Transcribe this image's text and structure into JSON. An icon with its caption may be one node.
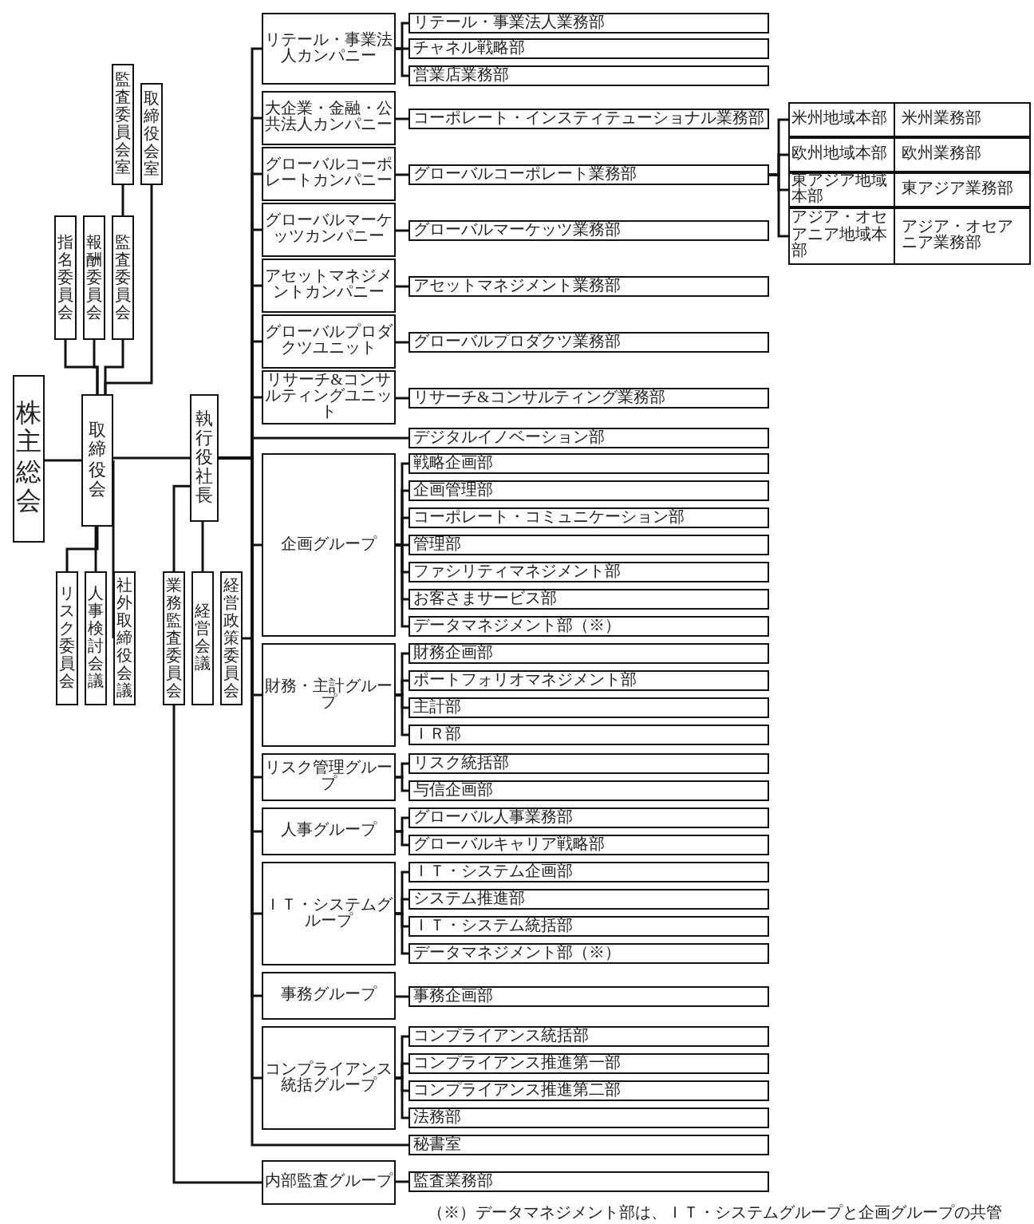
{
  "diagram": {
    "nodes": [
      {
        "text": [
          "株主総会"
        ]
      },
      {
        "text": [
          "監査委員会室"
        ]
      },
      {
        "text": [
          "取締役会室"
        ]
      },
      {
        "text": [
          "指名委員会"
        ]
      },
      {
        "text": [
          "報酬委員会"
        ]
      },
      {
        "text": [
          "監査委員会"
        ]
      },
      {
        "text": [
          "取締役会"
        ]
      },
      {
        "text": [
          "リスク委員会"
        ]
      },
      {
        "text": [
          "人事検討会議"
        ]
      },
      {
        "text": [
          "社外取締役会議"
        ]
      },
      {
        "text": [
          "執行役社長"
        ]
      },
      {
        "text": [
          "業務監査委員会"
        ]
      },
      {
        "text": [
          "経営会議"
        ]
      },
      {
        "text": [
          "経営政策委員会"
        ]
      },
      {
        "text": [
          "リテール・事業法人カンパニー"
        ]
      },
      {
        "text": [
          "リテール・事業法人業務部"
        ]
      },
      {
        "text": [
          "チャネル戦略部"
        ]
      },
      {
        "text": [
          "営業店業務部"
        ]
      },
      {
        "text": [
          "大企業・金融・公共法人カンパニー"
        ]
      },
      {
        "text": [
          "コーポレート・インスティテューショナル業務部"
        ]
      },
      {
        "text": [
          "グローバルコーポレートカンパニー"
        ]
      },
      {
        "text": [
          "グローバルコーポレート業務部"
        ]
      },
      {
        "text": [
          "米州地域本部",
          "米州業務部"
        ]
      },
      {
        "text": [
          "欧州地域本部",
          "欧州業務部"
        ]
      },
      {
        "text": [
          "東アジア地域本部",
          "東アジア業務部"
        ]
      },
      {
        "text": [
          "アジア・オセアニア地域本部",
          "アジア・オセアニア業務部"
        ]
      },
      {
        "text": [
          "グローバルマーケッツカンパニー"
        ]
      },
      {
        "text": [
          "グローバルマーケッツ業務部"
        ]
      },
      {
        "text": [
          "アセットマネジメントカンパニー"
        ]
      },
      {
        "text": [
          "アセットマネジメント業務部"
        ]
      },
      {
        "text": [
          "グローバルプロダクツユニット"
        ]
      },
      {
        "text": [
          "グローバルプロダクツ業務部"
        ]
      },
      {
        "text": [
          "リサーチ&コンサルティングユニット"
        ]
      },
      {
        "text": [
          "リサーチ&コンサルティング業務部"
        ]
      },
      {
        "text": [
          "デジタルイノベーション部"
        ]
      },
      {
        "text": [
          "企画グループ"
        ]
      },
      {
        "text": [
          "戦略企画部"
        ]
      },
      {
        "text": [
          "企画管理部"
        ]
      },
      {
        "text": [
          "コーポレート・コミュニケーション部"
        ]
      },
      {
        "text": [
          "管理部"
        ]
      },
      {
        "text": [
          "ファシリティマネジメント部"
        ]
      },
      {
        "text": [
          "お客さまサービス部"
        ]
      },
      {
        "text": [
          "データマネジメント部（※）"
        ]
      },
      {
        "text": [
          "財務・主計グループ"
        ]
      },
      {
        "text": [
          "財務企画部"
        ]
      },
      {
        "text": [
          "ポートフォリオマネジメント部"
        ]
      },
      {
        "text": [
          "主計部"
        ]
      },
      {
        "text": [
          "ＩＲ部"
        ]
      },
      {
        "text": [
          "リスク管理グループ"
        ]
      },
      {
        "text": [
          "リスク統括部"
        ]
      },
      {
        "text": [
          "与信企画部"
        ]
      },
      {
        "text": [
          "人事グループ"
        ]
      },
      {
        "text": [
          "グローバル人事業務部"
        ]
      },
      {
        "text": [
          "グローバルキャリア戦略部"
        ]
      },
      {
        "text": [
          "ＩＴ・システムグループ"
        ]
      },
      {
        "text": [
          "ＩＴ・システム企画部"
        ]
      },
      {
        "text": [
          "システム推進部"
        ]
      },
      {
        "text": [
          "ＩＴ・システム統括部"
        ]
      },
      {
        "text": [
          "データマネジメント部（※）"
        ]
      },
      {
        "text": [
          "事務グループ"
        ]
      },
      {
        "text": [
          "事務企画部"
        ]
      },
      {
        "text": [
          "コンプライアンス統括グループ"
        ]
      },
      {
        "text": [
          "コンプライアンス統括部"
        ]
      },
      {
        "text": [
          "コンプライアンス推進第一部"
        ]
      },
      {
        "text": [
          "コンプライアンス推進第二部"
        ]
      },
      {
        "text": [
          "法務部"
        ]
      },
      {
        "text": [
          "秘書室"
        ]
      },
      {
        "text": [
          "内部監査グループ"
        ]
      },
      {
        "text": [
          "監査業務部"
        ]
      }
    ],
    "edges": [
      {
        "from": 0,
        "to": 6,
        "arrow": "none"
      },
      {
        "from": 6,
        "to": 3,
        "arrow": "none"
      },
      {
        "from": 6,
        "to": 4,
        "arrow": "none"
      },
      {
        "from": 6,
        "to": 5,
        "arrow": "none"
      },
      {
        "from": 5,
        "to": 1,
        "arrow": "none"
      },
      {
        "from": 6,
        "to": 2,
        "arrow": "none"
      },
      {
        "from": 6,
        "to": 7,
        "arrow": "none"
      },
      {
        "from": 6,
        "to": 8,
        "arrow": "none"
      },
      {
        "from": 6,
        "to": 9,
        "arrow": "none"
      },
      {
        "from": 6,
        "to": 10,
        "arrow": "none"
      },
      {
        "from": 10,
        "to": 11,
        "arrow": "none"
      },
      {
        "from": 10,
        "to": 12,
        "arrow": "none"
      },
      {
        "from": 10,
        "to": 13,
        "arrow": "none"
      },
      {
        "from": 10,
        "to": 14,
        "arrow": "none"
      },
      {
        "from": 10,
        "to": 18,
        "arrow": "none"
      },
      {
        "from": 10,
        "to": 20,
        "arrow": "none"
      },
      {
        "from": 10,
        "to": 26,
        "arrow": "none"
      },
      {
        "from": 10,
        "to": 28,
        "arrow": "none"
      },
      {
        "from": 10,
        "to": 30,
        "arrow": "none"
      },
      {
        "from": 10,
        "to": 32,
        "arrow": "none"
      },
      {
        "from": 10,
        "to": 34,
        "arrow": "none"
      },
      {
        "from": 10,
        "to": 35,
        "arrow": "none"
      },
      {
        "from": 10,
        "to": 43,
        "arrow": "none"
      },
      {
        "from": 10,
        "to": 48,
        "arrow": "none"
      },
      {
        "from": 10,
        "to": 51,
        "arrow": "none"
      },
      {
        "from": 10,
        "to": 54,
        "arrow": "none"
      },
      {
        "from": 10,
        "to": 59,
        "arrow": "none"
      },
      {
        "from": 10,
        "to": 61,
        "arrow": "none"
      },
      {
        "from": 10,
        "to": 66,
        "arrow": "none"
      },
      {
        "from": 14,
        "to": 15,
        "arrow": "none"
      },
      {
        "from": 14,
        "to": 16,
        "arrow": "none"
      },
      {
        "from": 14,
        "to": 17,
        "arrow": "none"
      },
      {
        "from": 18,
        "to": 19,
        "arrow": "none"
      },
      {
        "from": 20,
        "to": 21,
        "arrow": "none"
      },
      {
        "from": 21,
        "to": 22,
        "arrow": "none"
      },
      {
        "from": 21,
        "to": 23,
        "arrow": "none"
      },
      {
        "from": 21,
        "to": 24,
        "arrow": "none"
      },
      {
        "from": 21,
        "to": 25,
        "arrow": "none"
      },
      {
        "from": 26,
        "to": 27,
        "arrow": "none"
      },
      {
        "from": 28,
        "to": 29,
        "arrow": "none"
      },
      {
        "from": 30,
        "to": 31,
        "arrow": "none"
      },
      {
        "from": 32,
        "to": 33,
        "arrow": "none"
      },
      {
        "from": 35,
        "to": 36,
        "arrow": "none"
      },
      {
        "from": 35,
        "to": 37,
        "arrow": "none"
      },
      {
        "from": 35,
        "to": 38,
        "arrow": "none"
      },
      {
        "from": 35,
        "to": 39,
        "arrow": "none"
      },
      {
        "from": 35,
        "to": 40,
        "arrow": "none"
      },
      {
        "from": 35,
        "to": 41,
        "arrow": "none"
      },
      {
        "from": 35,
        "to": 42,
        "arrow": "none"
      },
      {
        "from": 43,
        "to": 44,
        "arrow": "none"
      },
      {
        "from": 43,
        "to": 45,
        "arrow": "none"
      },
      {
        "from": 43,
        "to": 46,
        "arrow": "none"
      },
      {
        "from": 43,
        "to": 47,
        "arrow": "none"
      },
      {
        "from": 48,
        "to": 49,
        "arrow": "none"
      },
      {
        "from": 48,
        "to": 50,
        "arrow": "none"
      },
      {
        "from": 51,
        "to": 52,
        "arrow": "none"
      },
      {
        "from": 51,
        "to": 53,
        "arrow": "none"
      },
      {
        "from": 54,
        "to": 55,
        "arrow": "none"
      },
      {
        "from": 54,
        "to": 56,
        "arrow": "none"
      },
      {
        "from": 54,
        "to": 57,
        "arrow": "none"
      },
      {
        "from": 54,
        "to": 58,
        "arrow": "none"
      },
      {
        "from": 59,
        "to": 60,
        "arrow": "none"
      },
      {
        "from": 61,
        "to": 62,
        "arrow": "none"
      },
      {
        "from": 61,
        "to": 63,
        "arrow": "none"
      },
      {
        "from": 61,
        "to": 64,
        "arrow": "none"
      },
      {
        "from": 61,
        "to": 65,
        "arrow": "none"
      },
      {
        "from": 11,
        "to": 67,
        "arrow": "none"
      },
      {
        "from": 67,
        "to": 68,
        "arrow": "none"
      }
    ],
    "labels": [
      "（※）データマネジメント部は、ＩＴ・システムグループと企画グループの共管"
    ]
  }
}
